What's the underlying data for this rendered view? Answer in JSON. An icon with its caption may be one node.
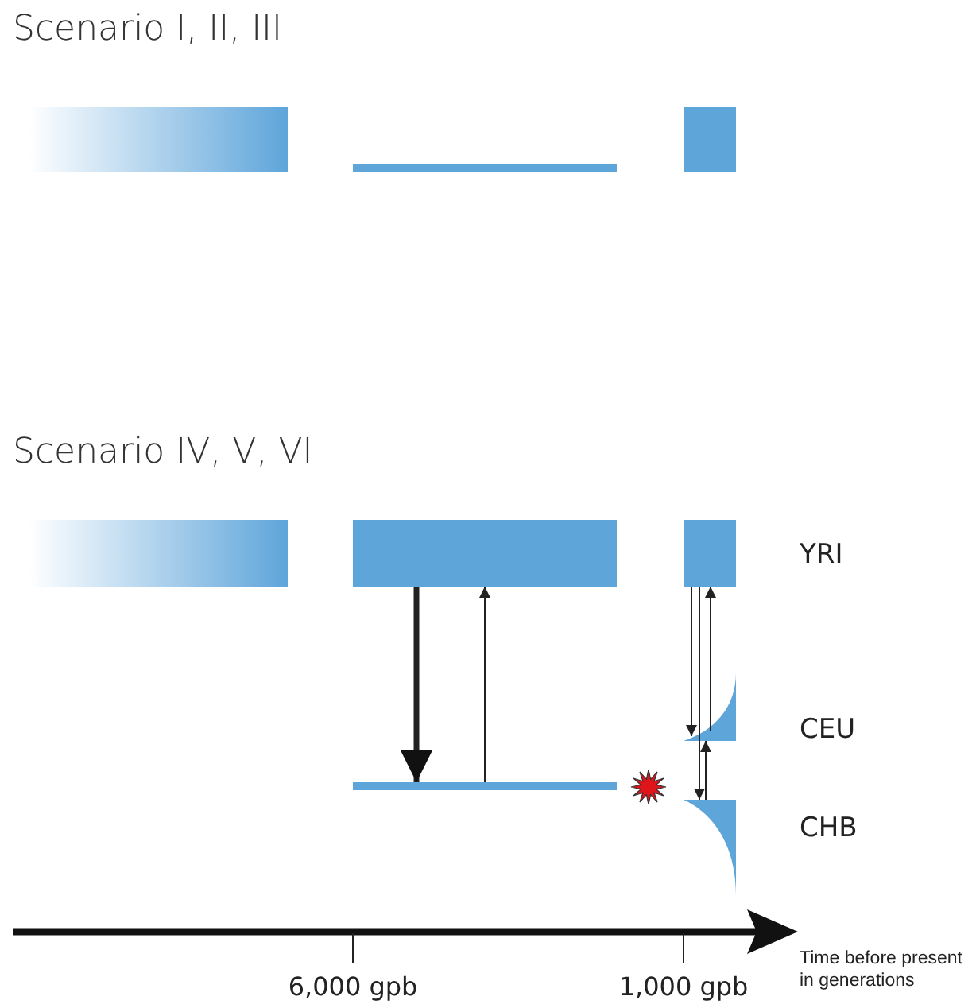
{
  "diagram": {
    "nodes": [
      {
        "text": [],
        "shape": "bar"
      },
      {
        "text": [],
        "shape": "bar"
      },
      {
        "text": [],
        "shape": "bar"
      },
      {
        "text": [],
        "shape": "bar"
      },
      {
        "text": [],
        "shape": "bar"
      },
      {
        "text": [],
        "shape": "bar"
      },
      {
        "text": [],
        "shape": "bar"
      },
      {
        "text": [],
        "shape": "wedge"
      },
      {
        "text": [],
        "shape": "wedge"
      }
    ],
    "edges": [
      {
        "from": 4,
        "to": 6,
        "arrow": "to",
        "style": "thick"
      },
      {
        "from": 6,
        "to": 4,
        "arrow": "to"
      },
      {
        "from": 5,
        "to": 7,
        "arrow": "to"
      },
      {
        "from": 5,
        "to": 8,
        "arrow": "to"
      },
      {
        "from": 7,
        "to": 5,
        "arrow": "to"
      },
      {
        "from": 8,
        "to": 7,
        "arrow": "to"
      }
    ],
    "labels": [
      "Scenario I, II, III",
      "Scenario IV, V, VI",
      "YRI",
      "CEU",
      "CHB",
      "6,000 gpb",
      "1,000 gpb",
      "Time before present in generations"
    ]
  }
}
